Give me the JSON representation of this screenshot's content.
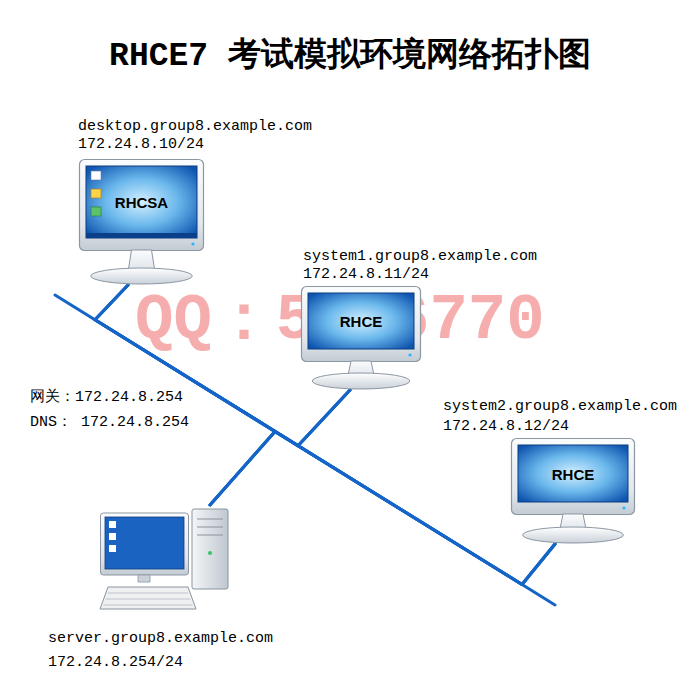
{
  "diagram": {
    "title": "RHCE7 考试模拟环境网络拓扑图",
    "nodes": [
      {
        "text": [
          "desktop.group8.example.com",
          "172.24.8.10/24",
          "RHCSA"
        ]
      },
      {
        "text": [
          "system1.group8.example.com",
          "172.24.8.11/24",
          "RHCE"
        ]
      },
      {
        "text": [
          "system2.group8.example.com",
          "172.24.8.12/24",
          "RHCE"
        ]
      },
      {
        "text": [
          "server.group8.example.com",
          "172.24.8.254/24"
        ]
      }
    ],
    "edges": [
      {
        "from": 0,
        "to": 1,
        "arrow": "none"
      },
      {
        "from": 0,
        "to": 2,
        "arrow": "none"
      },
      {
        "from": 0,
        "to": 3,
        "arrow": "none"
      },
      {
        "from": 1,
        "to": 2,
        "arrow": "none"
      },
      {
        "from": 1,
        "to": 3,
        "arrow": "none"
      },
      {
        "from": 3,
        "to": 2,
        "arrow": "none"
      }
    ],
    "labels": [
      "QQ：5156770",
      "网关：172.24.8.254",
      "DNS： 172.24.8.254"
    ]
  }
}
